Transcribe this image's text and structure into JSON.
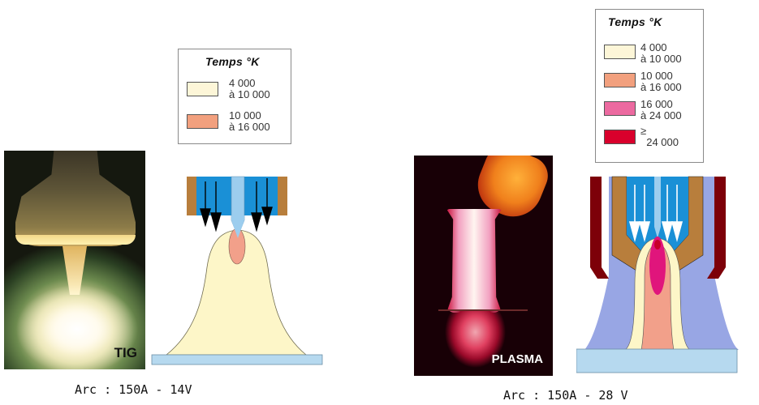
{
  "tig": {
    "photo_label": "TIG",
    "caption": "Arc : 150A - 14V",
    "legend": {
      "title": "Temps °K",
      "items": [
        {
          "label": "4 000\nà 10 000",
          "color": "#fdf6d8"
        },
        {
          "label": "10 000\nà 16 000",
          "color": "#f2a07e"
        }
      ]
    }
  },
  "plasma": {
    "photo_label": "PLASMA",
    "caption": "Arc : 150A - 28 V",
    "legend": {
      "title": "Temps °K",
      "items": [
        {
          "label": "4 000\nà 10 000",
          "color": "#fdf6d8"
        },
        {
          "label": "10 000\nà 16 000",
          "color": "#f2a07e"
        },
        {
          "label": "16 000\nà 24 000",
          "color": "#ec6aa0"
        },
        {
          "label": "≥\n  24 000",
          "color": "#d9002c"
        }
      ]
    }
  },
  "colors": {
    "gas_blue": "#1a90d6",
    "electrode": "#9ccdee",
    "nozzle_copper": "#b87e3c",
    "outer_nozzle": "#7d0009",
    "shield_gas": "#98a6e4",
    "workpiece": "#b6d9ef",
    "zone_4000": "#fdf6c8",
    "zone_10000": "#f2a08a",
    "zone_16000": "#e0157c"
  }
}
